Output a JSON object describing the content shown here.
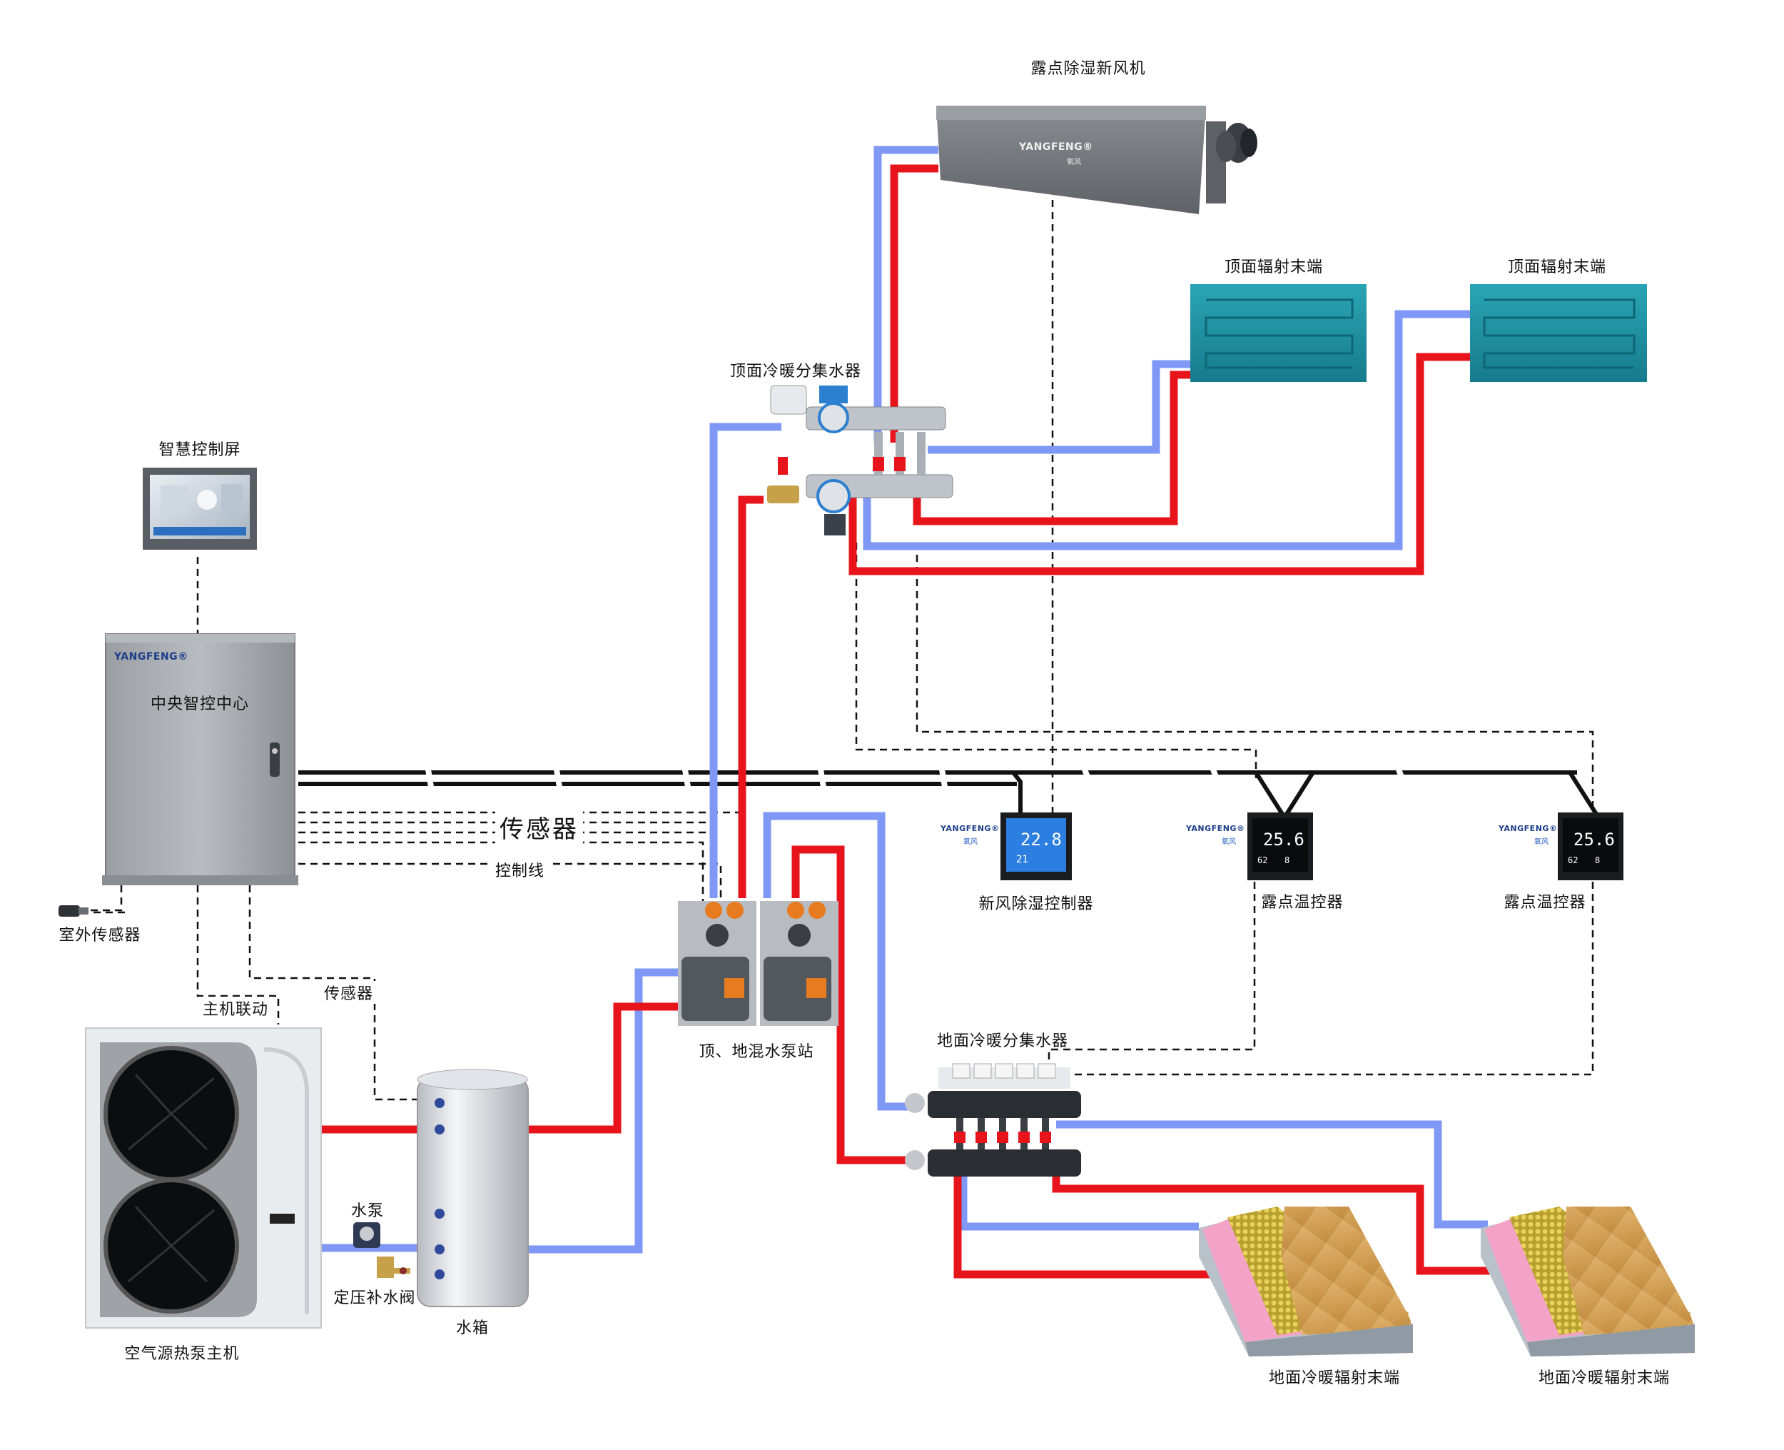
{
  "labels": {
    "fresh_air_unit": "露点除湿新风机",
    "ceiling_panel_1": "顶面辐射末端",
    "ceiling_panel_2": "顶面辐射末端",
    "ceiling_manifold": "顶面冷暖分集水器",
    "smart_screen": "智慧控制屏",
    "control_center": "中央智控中心",
    "outdoor_sensor": "室外传感器",
    "sensor_bus": "传感器",
    "control_line": "控制线",
    "host_link": "主机联动",
    "tank_sensor": "传感器",
    "heat_pump": "空气源热泵主机",
    "water_pump": "水泵",
    "pressure_valve": "定压补水阀",
    "water_tank": "水箱",
    "pump_station": "顶、地混水泵站",
    "fresh_air_controller": "新风除湿控制器",
    "dew_thermostat_1": "露点温控器",
    "dew_thermostat_2": "露点温控器",
    "floor_manifold": "地面冷暖分集水器",
    "floor_terminal_1": "地面冷暖辐射末端",
    "floor_terminal_2": "地面冷暖辐射末端"
  },
  "brand": {
    "name": "YANGFENG",
    "reg": "®",
    "sub": "氧风"
  },
  "displays": {
    "fresh_air_temp": "22.8",
    "fresh_air_sub": "21",
    "dew1_temp": "25.6",
    "dew1_sub": "62",
    "dew1_sub2": "8",
    "dew2_temp": "25.6",
    "dew2_sub": "62",
    "dew2_sub2": "8"
  },
  "colors": {
    "supply_pipe": "#e8141b",
    "return_pipe": "#7f97f5",
    "signal_line": "#111111",
    "device_grey": "#6b6e73",
    "panel_teal": "#1a8fa0"
  }
}
